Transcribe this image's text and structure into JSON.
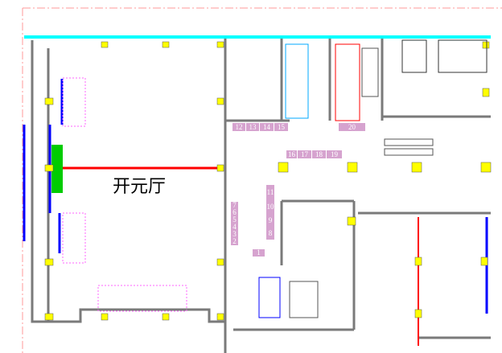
{
  "hall_name": "开元厅",
  "room_labels": [
    "1",
    "2",
    "3",
    "4",
    "5",
    "6",
    "7",
    "8",
    "9",
    "10",
    "11",
    "12",
    "13",
    "14",
    "15",
    "16",
    "17",
    "18",
    "19",
    "20"
  ],
  "colors": {
    "wall": "#7a7a7a",
    "axis": "#ff9999",
    "blue": "#0000ff",
    "red": "#ff0000",
    "yellow": "#ffff00",
    "cyan": "#00ffff",
    "label": "#d6a3cf",
    "green": "#00cc00"
  }
}
